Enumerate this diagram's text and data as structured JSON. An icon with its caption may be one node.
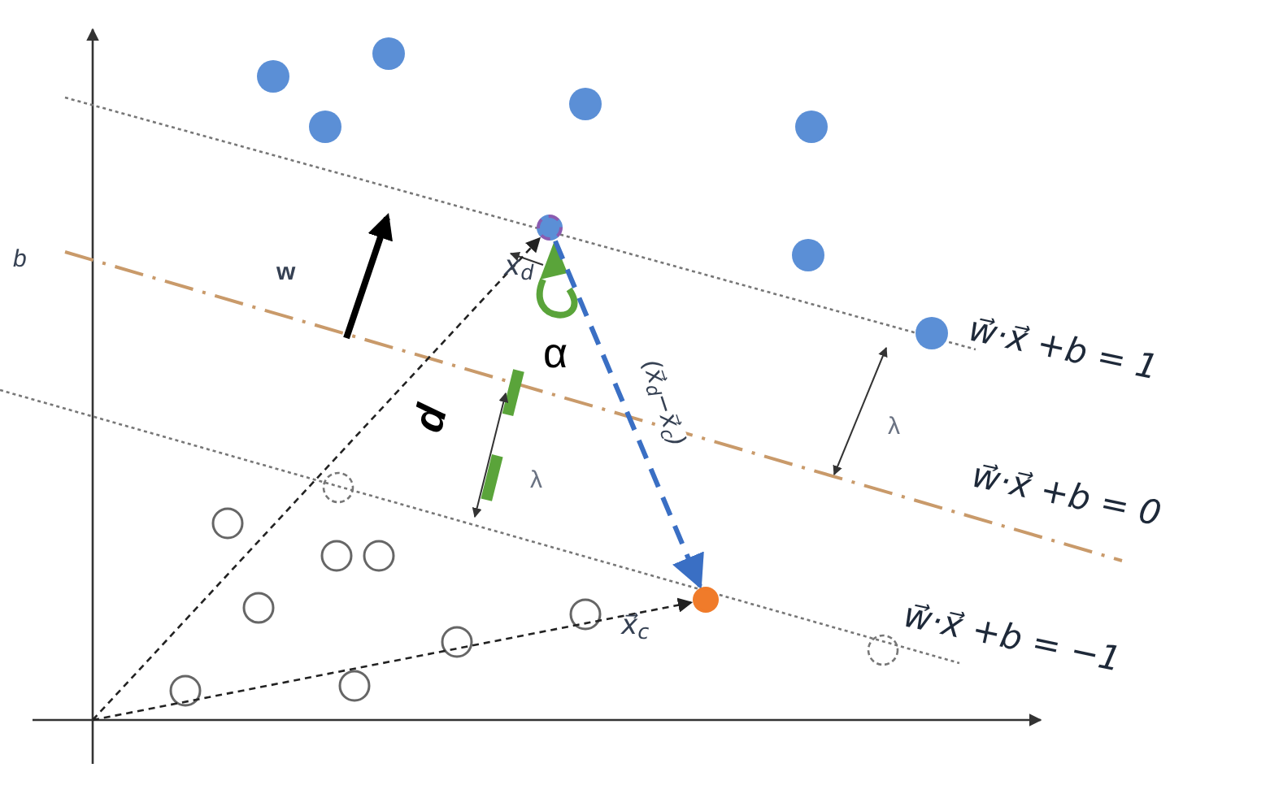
{
  "diagram": {
    "nodes": [
      {
        "text": [],
        "shape": "circle",
        "beside": [
          "x$_{d}$"
        ]
      },
      {
        "text": [],
        "shape": "circle",
        "beside": [
          "x⃗$_{c}$"
        ]
      }
    ],
    "edges": [
      {
        "from": null,
        "to": 0,
        "arrow": "to",
        "style": "dashed"
      },
      {
        "from": null,
        "to": 1,
        "arrow": "to",
        "style": "dashed"
      },
      {
        "from": 0,
        "to": 1,
        "arrow": "to",
        "style": "dashed",
        "color": "#3a6fc4",
        "label": "(x⃗$_{d}$−x⃗$_{c}$)"
      }
    ],
    "labels": [
      "b",
      "w",
      "α",
      "d",
      "λ",
      "λ",
      "w⃗·x⃗ +b = 1",
      "w⃗·x⃗ +b = 0",
      "w⃗·x⃗ +b = −1"
    ]
  }
}
